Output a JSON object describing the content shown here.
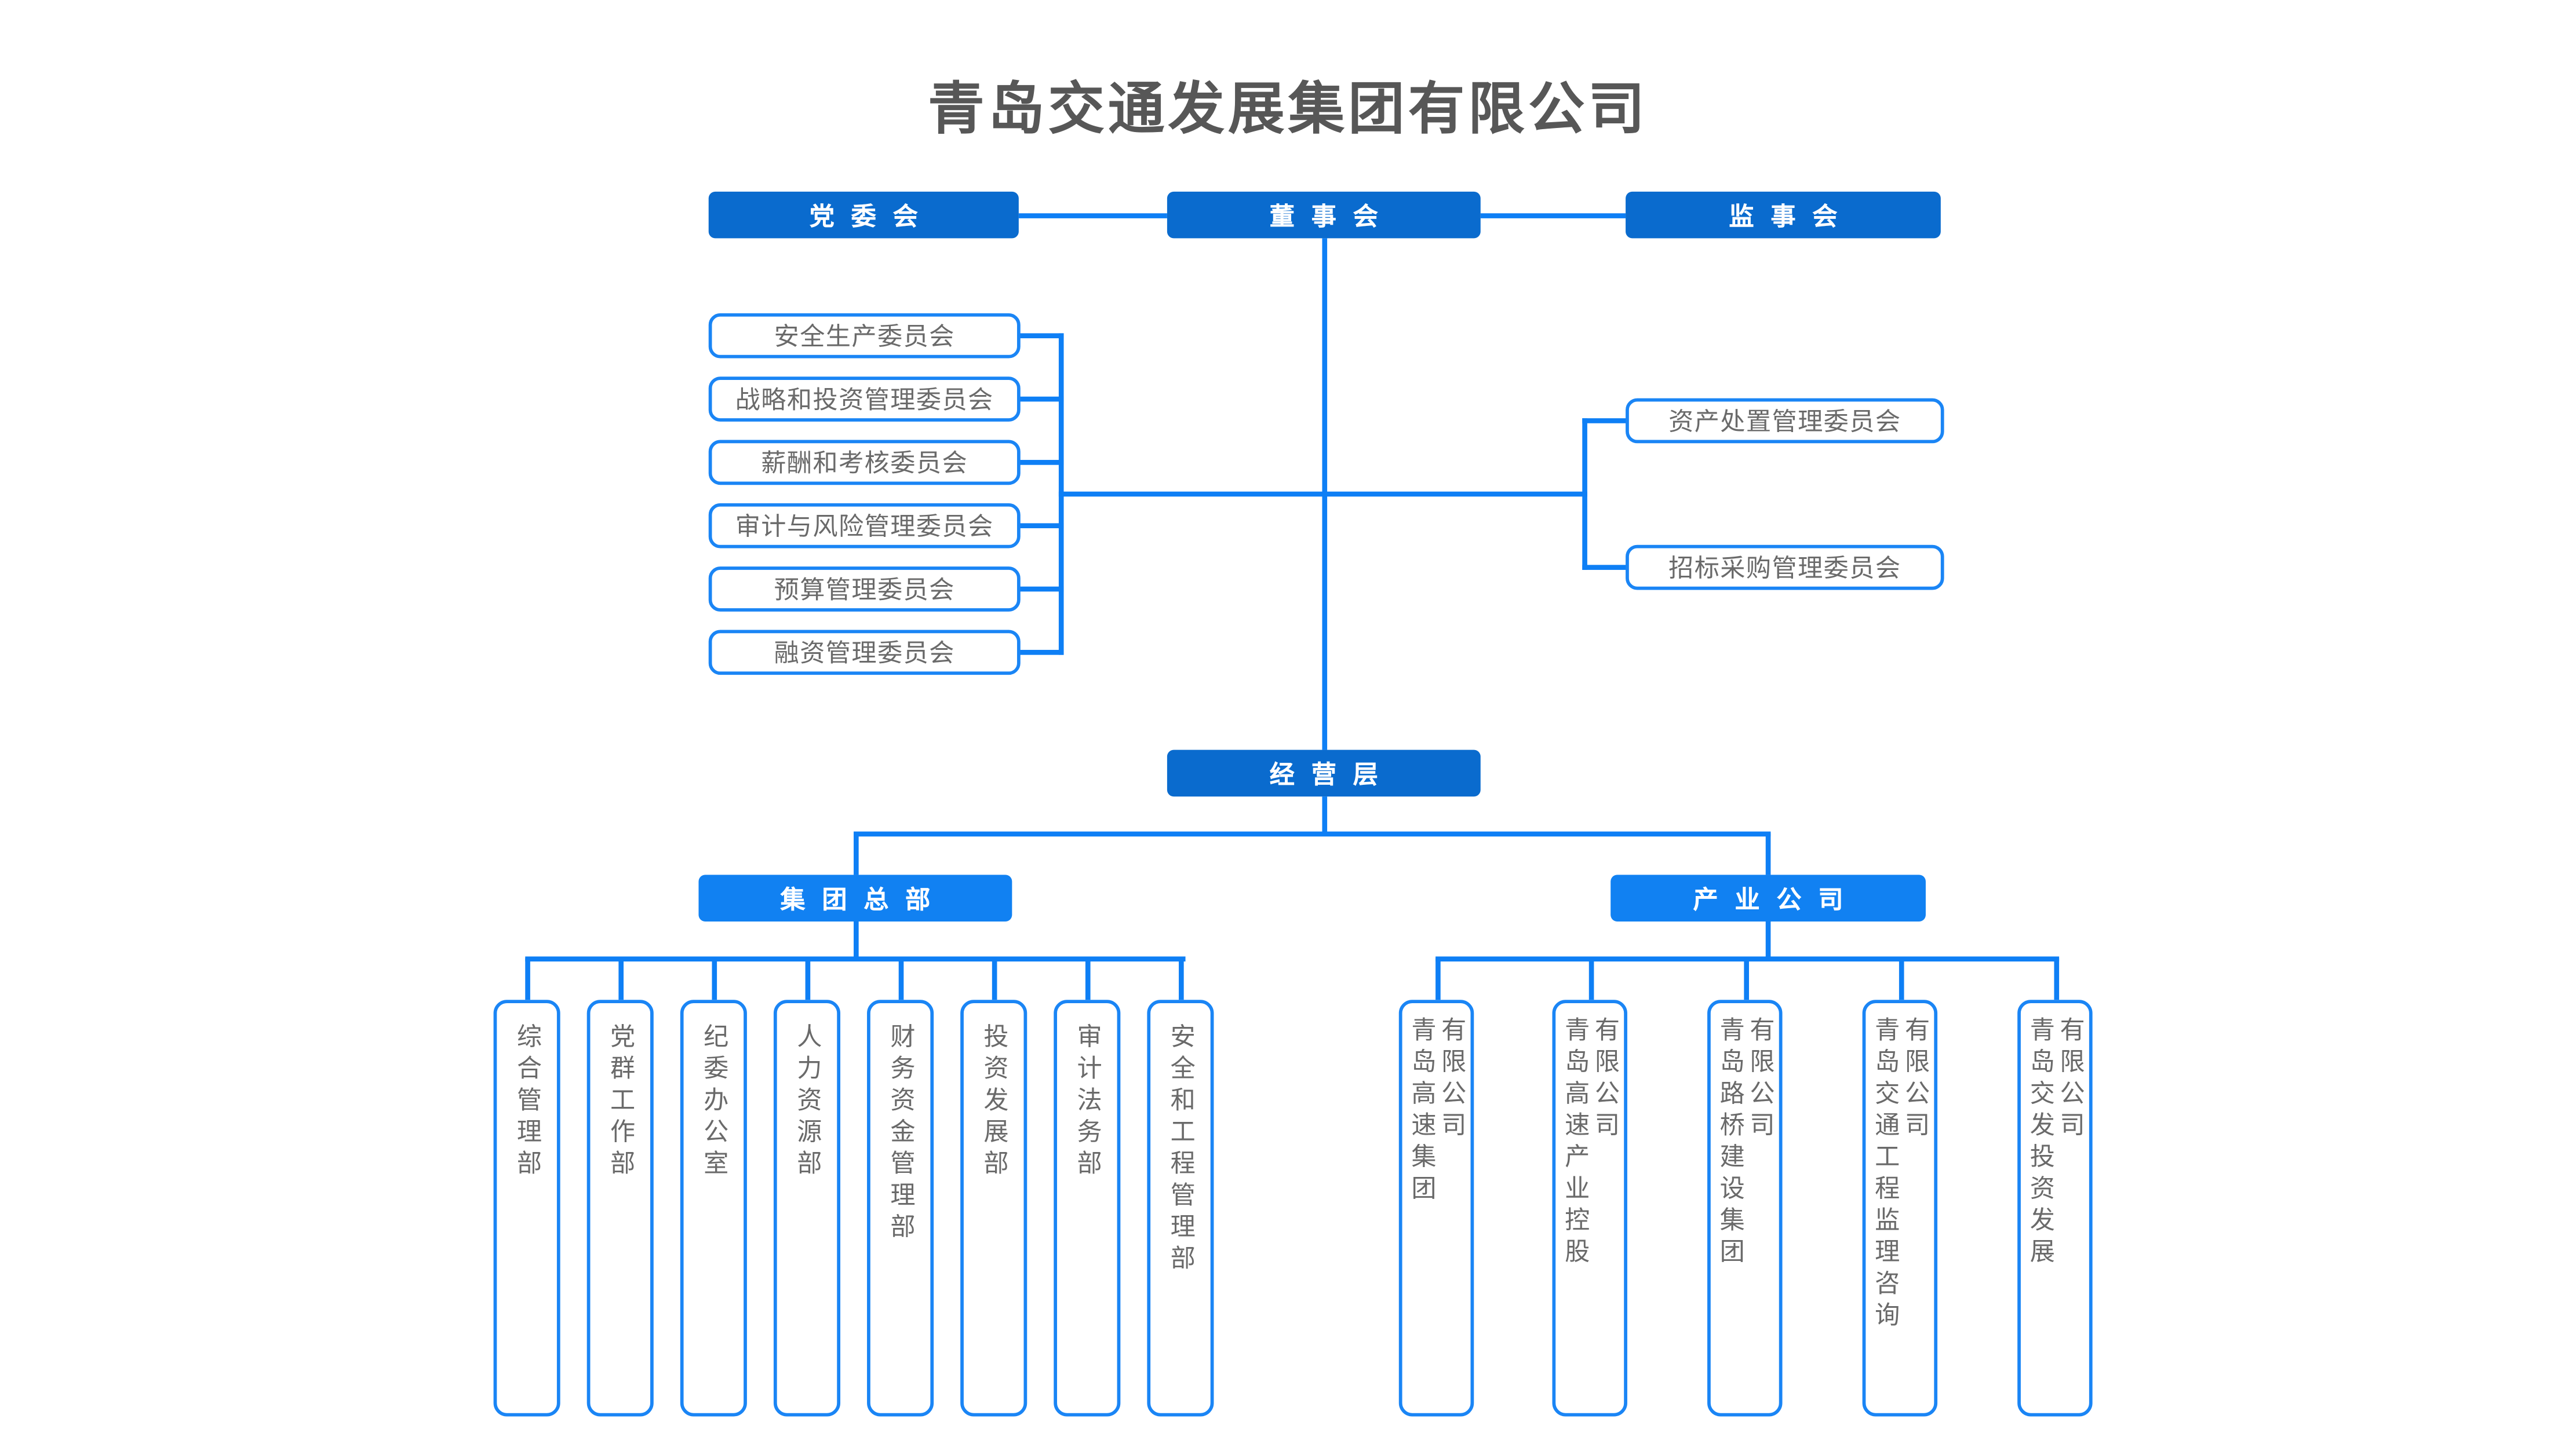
{
  "title": "青岛交通发展集团有限公司",
  "governance": {
    "party": "党委会",
    "board": "董事会",
    "supervisory": "监事会"
  },
  "management": "经营层",
  "committees_left": [
    "安全生产委员会",
    "战略和投资管理委员会",
    "薪酬和考核委员会",
    "审计与风险管理委员会",
    "预算管理委员会",
    "融资管理委员会"
  ],
  "committees_right": [
    "资产处置管理委员会",
    "招标采购管理委员会"
  ],
  "hq": {
    "label": "集团总部",
    "departments": [
      "综合管理部",
      "党群工作部",
      "纪委办公室",
      "人力资源部",
      "财务资金管理部",
      "投资发展部",
      "审计法务部",
      "安全和工程管理部"
    ]
  },
  "industry": {
    "label": "产业公司",
    "companies": [
      {
        "name": "青岛高速集团",
        "suffix": "有限公司"
      },
      {
        "name": "青岛高速产业控股",
        "suffix": "有限公司"
      },
      {
        "name": "青岛路桥建设集团",
        "suffix": "有限公司"
      },
      {
        "name": "青岛交通工程监理咨询",
        "suffix": "有限公司"
      },
      {
        "name": "青岛交发投资发展",
        "suffix": "有限公司"
      }
    ]
  },
  "colors": {
    "dark_blue": "#0a6bce",
    "bright_blue": "#1181f2",
    "line_blue": "#0e7ff5",
    "border_blue": "#1a85f5",
    "text_gray": "#6a6a6a",
    "title_gray": "#575757"
  }
}
